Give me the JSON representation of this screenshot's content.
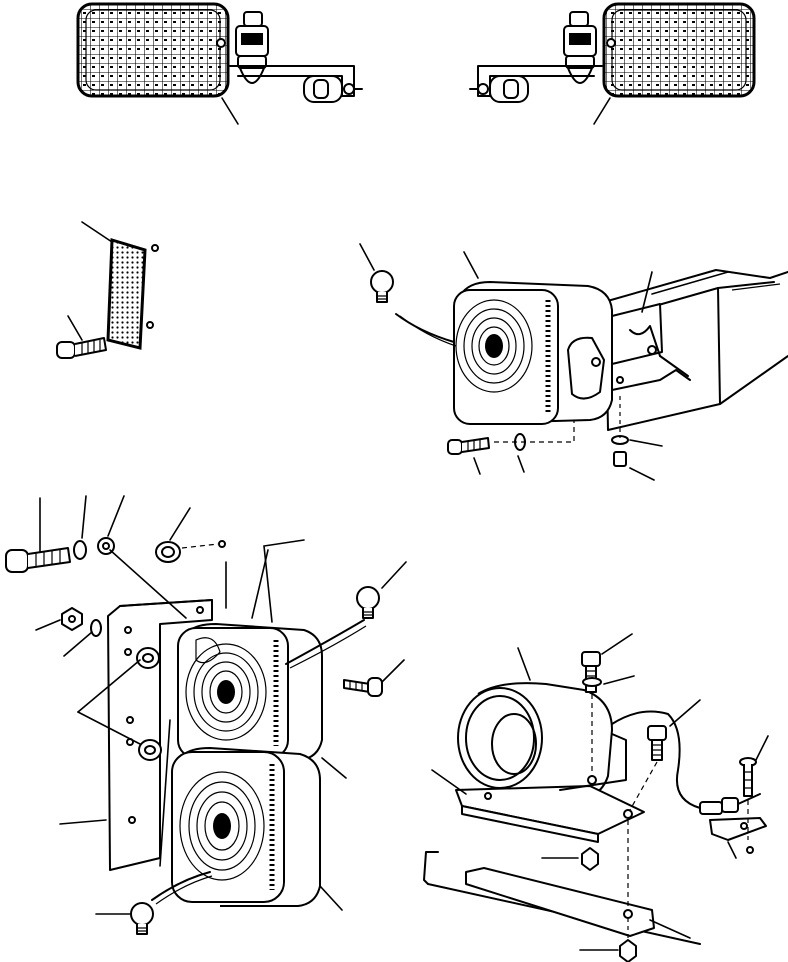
{
  "figure": {
    "kind": "exploded parts diagram, no printed text",
    "colors": {
      "ink": "#000000",
      "paper": "#ffffff"
    },
    "parts": [
      "left-work-lamp",
      "right-work-lamp",
      "reflector",
      "bracket-mounted-signal-lamp",
      "double-signal-lamp-assembly",
      "beacon-lamp-mount"
    ]
  }
}
